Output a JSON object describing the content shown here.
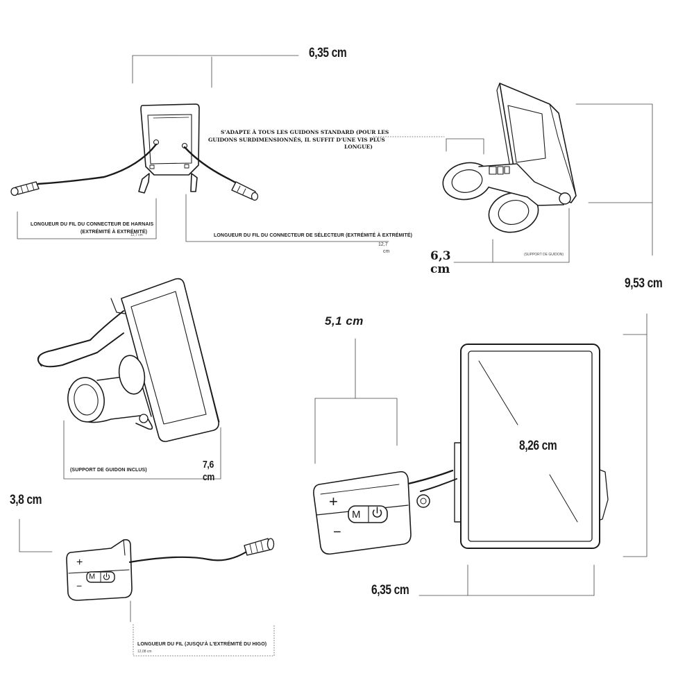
{
  "top_left": {
    "width_dim": "6,35 cm",
    "caption_harness": "LONGUEUR DU FIL DU CONNECTEUR DE HARNAIS",
    "caption_harness_end": "(EXTRÉMITÉ À EXTRÉMITÉ)",
    "caption_selector": "LONGUEUR DU FIL DU CONNECTEUR DE SÉLECTEUR (EXTRÉMITÉ À EXTRÉMITÉ)",
    "selector_length_value": "12,7",
    "selector_length_unit": "cm",
    "harness_length_value": "12,7 cm"
  },
  "top_right": {
    "fits_caption_line1": "S'ADAPTE À TOUS LES GUIDONS STANDARD (POUR LES",
    "fits_caption_line2": "GUIDONS SURDIMENSIONNÉS, IL SUFFIT D'UNE VIS PLUS",
    "fits_caption_line3": "LONGUE)",
    "depth_dim_value": "6,3",
    "depth_dim_unit": "cm",
    "mount_caption": "(SUPPORT DE GUIDON)",
    "height_dim": "9,53 cm"
  },
  "middle_left": {
    "mount_caption": "(SUPPORT DE GUIDON INCLUS)",
    "depth_dim_value": "7,6",
    "depth_dim_unit": "cm"
  },
  "controller": {
    "width_dim": "3,8 cm",
    "plus_label": "+",
    "minus_label": "−",
    "mode_label": "M",
    "power_icon": "power-icon",
    "cable_caption": "LONGUEUR DU FIL (JUSQU'À L'EXTRÉMITÉ DU HIGO)",
    "cable_length": "12,08 cm"
  },
  "front_view": {
    "controller_width_dim": "5,1 cm",
    "screen_diagonal_dim": "8,26 cm",
    "display_width_dim": "6,35 cm",
    "plus_label": "+",
    "minus_label": "−",
    "mode_label": "M"
  }
}
